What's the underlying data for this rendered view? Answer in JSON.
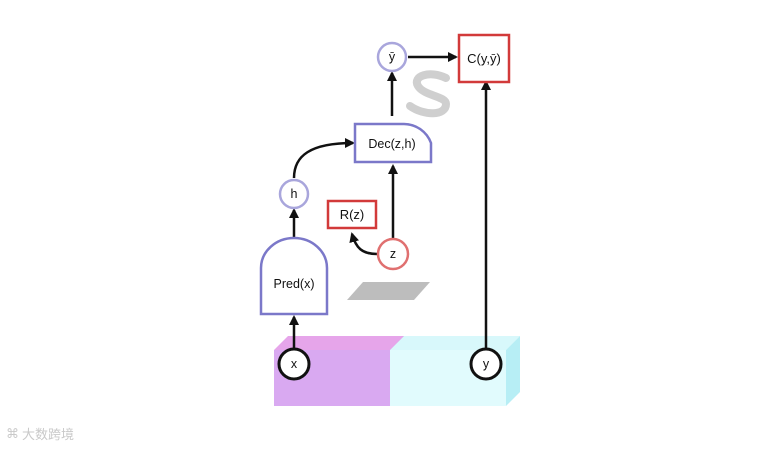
{
  "diagram": {
    "nodes": {
      "x": "x",
      "y": "y",
      "pred": "Pred(x)",
      "h": "h",
      "dec": "Dec(z,h)",
      "y_bar": "ȳ",
      "cost": "C(y,ȳ)",
      "reg": "R(z)",
      "z": "z"
    },
    "colors": {
      "module_stroke": "#7b78c9",
      "cost_stroke": "#d23a3a",
      "x_box": "#d7a0f0",
      "y_box": "#cdf6fb",
      "plane": "#bdbdbd",
      "arrow": "#111111"
    }
  },
  "watermark": {
    "text": "大数跨境"
  }
}
